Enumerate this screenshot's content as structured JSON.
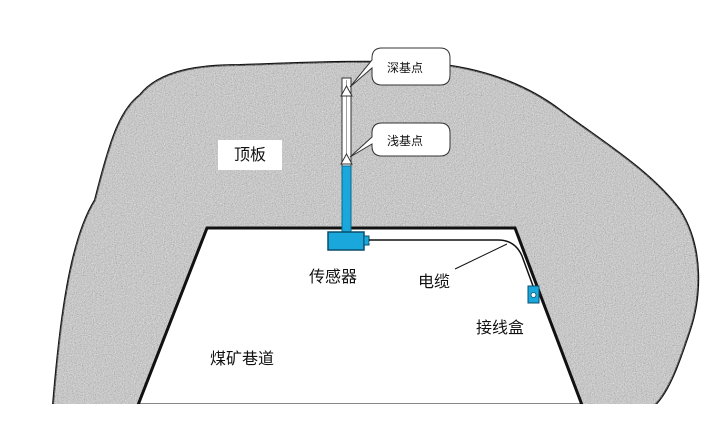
{
  "labels": {
    "roof": "顶板",
    "sensor": "传感器",
    "cable": "电缆",
    "junction_box": "接线盒",
    "roadway": "煤矿巷道",
    "deep_anchor": "深基点",
    "shallow_anchor": "浅基点"
  },
  "colors": {
    "rock_base": "#c4c4c4",
    "rock_outline": "#111111",
    "sensor": "#1aa7dc",
    "rod": "#ffffff",
    "callout_fill": "#ffffff"
  }
}
